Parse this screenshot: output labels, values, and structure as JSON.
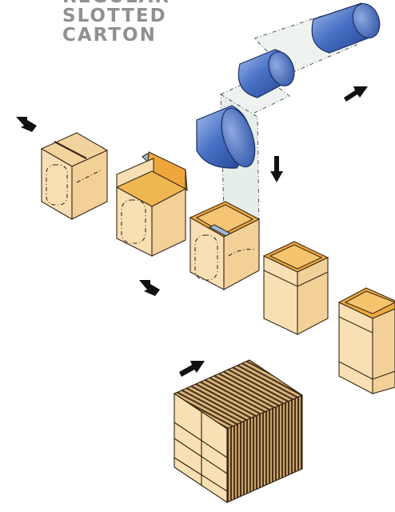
{
  "title": {
    "line1": "REGULAR",
    "line2": "SLOTTED",
    "line3": "CARTON"
  },
  "colors": {
    "title_gray": "#8f9092",
    "roller_blue": "#3d63b8",
    "box_tan": "#f7dcaa",
    "box_inner": "#efa93c",
    "tape_blue": "#9fb8dd",
    "film": "#e9efec",
    "arrow": "#111111",
    "stack_brown": "#5a3d1d"
  },
  "icons": [
    "arrow-icon"
  ]
}
